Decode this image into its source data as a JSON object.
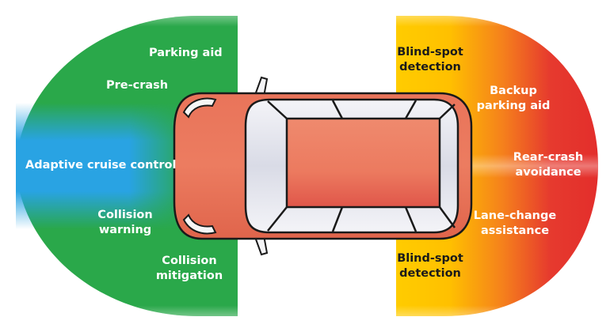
{
  "zones": {
    "front": {
      "color": "#2aa84a",
      "center_color": "#29a3e3"
    },
    "rear": {
      "outer_color": "#e63a2e",
      "inner_color": "#ffcc00"
    }
  },
  "car": {
    "body_color": "#e9745a",
    "outline_color": "#1a1a1a"
  },
  "labels": {
    "parking_aid": "Parking aid",
    "pre_crash": "Pre-crash",
    "adaptive_cruise": "Adaptive cruise control",
    "collision_warning": [
      "Collision",
      "warning"
    ],
    "collision_mitigation": [
      "Collision",
      "mitigation"
    ],
    "blind_spot_top": [
      "Blind-spot",
      "detection"
    ],
    "backup_parking": [
      "Backup",
      "parking aid"
    ],
    "rear_crash": [
      "Rear-crash",
      "avoidance"
    ],
    "lane_change": [
      "Lane-change",
      "assistance"
    ],
    "blind_spot_bottom": [
      "Blind-spot",
      "detection"
    ]
  }
}
